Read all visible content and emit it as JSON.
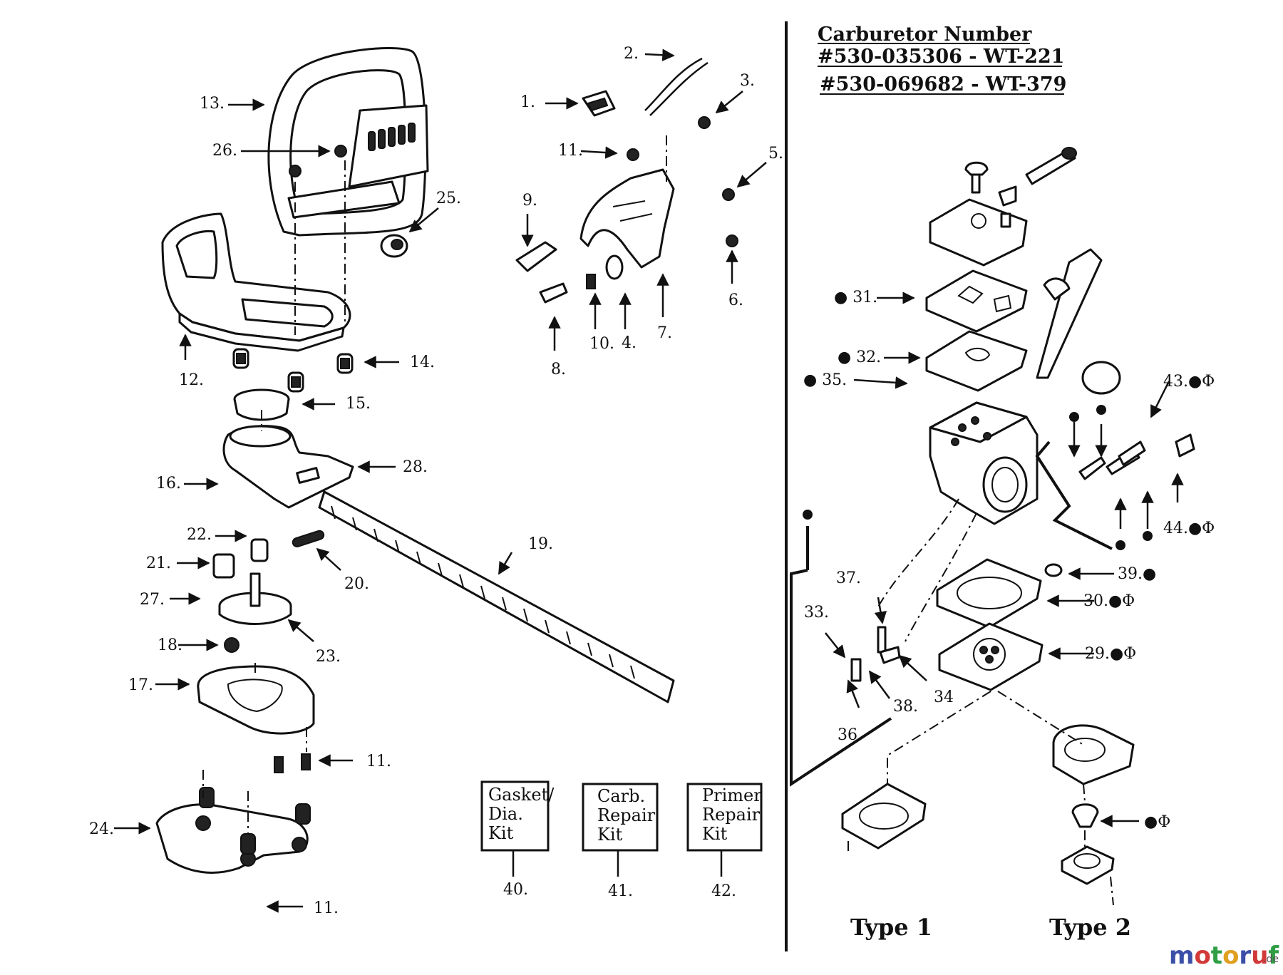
{
  "carburetor": {
    "heading": "Carburetor  Number",
    "number_1": "#530-035306 - WT-221",
    "number_2": "#530-069682 - WT-379",
    "type_1": "Type 1",
    "type_2": "Type 2"
  },
  "callouts": {
    "p1": "1.",
    "p2": "2.",
    "p3": "3.",
    "p4": "4.",
    "p5": "5.",
    "p6": "6.",
    "p7": "7.",
    "p8": "8.",
    "p9": "9.",
    "p10": "10.",
    "p11a": "11.",
    "p11b": "11.",
    "p11c": "11.",
    "p12": "12.",
    "p13": "13.",
    "p14": "14.",
    "p15": "15.",
    "p16": "16.",
    "p17": "17.",
    "p18": "18.",
    "p19": "19.",
    "p20": "20.",
    "p21": "21.",
    "p22": "22.",
    "p23": "23.",
    "p24": "24.",
    "p25": "25.",
    "p26": "26.",
    "p27": "27.",
    "p28": "28.",
    "p29": "29.●Φ",
    "p30": "30.●Φ",
    "p31": "● 31.",
    "p32": "● 32.",
    "p33": "33.",
    "p34": "34",
    "p35": "● 35.",
    "p36": "36.",
    "p37": "37.",
    "p38": "38.",
    "p39": "39.●",
    "p43": "43.●Φ",
    "p44": "44.●Φ",
    "pdiaphragm": "●Φ"
  },
  "kits": [
    {
      "lines": [
        "Gasket/",
        "Dia.",
        "Kit"
      ],
      "number": "40."
    },
    {
      "lines": [
        "Carb.",
        "Repair",
        "Kit"
      ],
      "number": "41."
    },
    {
      "lines": [
        "Primer",
        "Repair",
        "Kit"
      ],
      "number": "42."
    }
  ],
  "watermark": {
    "brand": "motoruf",
    "domain": ".de",
    "colors": [
      "#3b4fa8",
      "#d23a3a",
      "#2f9e44",
      "#e0a020"
    ]
  }
}
